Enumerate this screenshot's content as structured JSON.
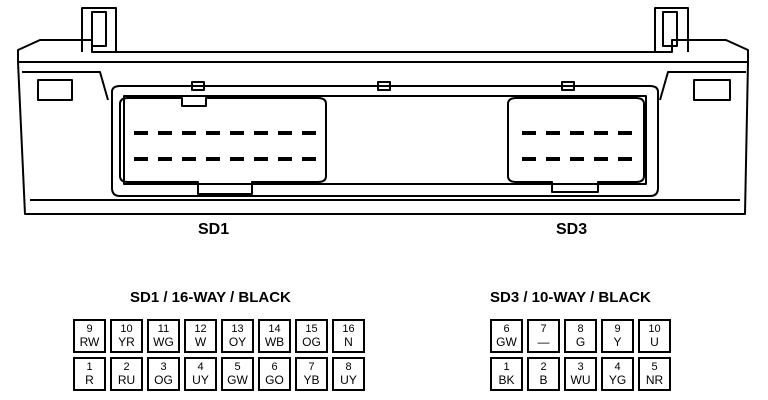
{
  "connectors": [
    {
      "label": "SD1",
      "title": "SD1 / 16-WAY / BLACK",
      "rows": [
        [
          {
            "pin": "9",
            "color": "RW"
          },
          {
            "pin": "10",
            "color": "YR"
          },
          {
            "pin": "11",
            "color": "WG"
          },
          {
            "pin": "12",
            "color": "W"
          },
          {
            "pin": "13",
            "color": "OY"
          },
          {
            "pin": "14",
            "color": "WB"
          },
          {
            "pin": "15",
            "color": "OG"
          },
          {
            "pin": "16",
            "color": "N"
          }
        ],
        [
          {
            "pin": "1",
            "color": "R"
          },
          {
            "pin": "2",
            "color": "RU"
          },
          {
            "pin": "3",
            "color": "OG"
          },
          {
            "pin": "4",
            "color": "UY"
          },
          {
            "pin": "5",
            "color": "GW"
          },
          {
            "pin": "6",
            "color": "GO"
          },
          {
            "pin": "7",
            "color": "YB"
          },
          {
            "pin": "8",
            "color": "UY"
          }
        ]
      ]
    },
    {
      "label": "SD3",
      "title": "SD3 / 10-WAY / BLACK",
      "rows": [
        [
          {
            "pin": "6",
            "color": "GW"
          },
          {
            "pin": "7",
            "color": "—"
          },
          {
            "pin": "8",
            "color": "G"
          },
          {
            "pin": "9",
            "color": "Y"
          },
          {
            "pin": "10",
            "color": "U"
          }
        ],
        [
          {
            "pin": "1",
            "color": "BK"
          },
          {
            "pin": "2",
            "color": "B"
          },
          {
            "pin": "3",
            "color": "WU"
          },
          {
            "pin": "4",
            "color": "YG"
          },
          {
            "pin": "5",
            "color": "NR"
          }
        ]
      ]
    }
  ]
}
